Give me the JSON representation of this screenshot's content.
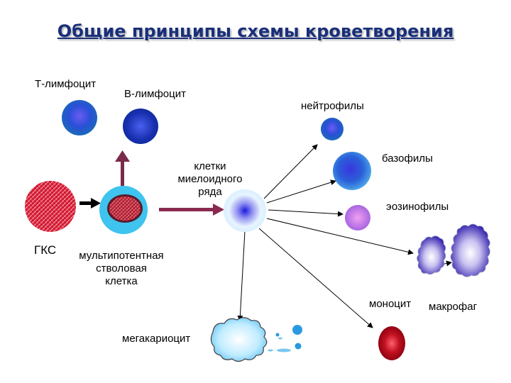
{
  "title": "Общие принципы схемы кроветворения",
  "labels": {
    "t_lymphocyte": "Т-лимфоцит",
    "b_lymphocyte": "В-лимфоцит",
    "neutrophils": "нейтрофилы",
    "basophils": "базофилы",
    "eosinophils": "эозинофилы",
    "myeloid_line1": "клетки",
    "myeloid_line2": "миелоидного",
    "myeloid_line3": "ряда",
    "hsc": "ГКС",
    "multipotent_line1": "мультипотентная",
    "multipotent_line2": "стволовая",
    "multipotent_line3": "клетка",
    "monocyte": "моноцит",
    "macrophage": "макрофаг",
    "megakaryocyte": "мегакариоцит"
  },
  "colors": {
    "title": "#1a2f7a",
    "arrow_up": "#7a2a4a",
    "arrow_right": "#8a2a50",
    "hsc_red": "#e0243a",
    "stem_cyan": "#3ec4ee",
    "cell_blue": "#1838c8",
    "eosinophil": "#d078e8",
    "erythrocyte": "#b80a1c"
  }
}
